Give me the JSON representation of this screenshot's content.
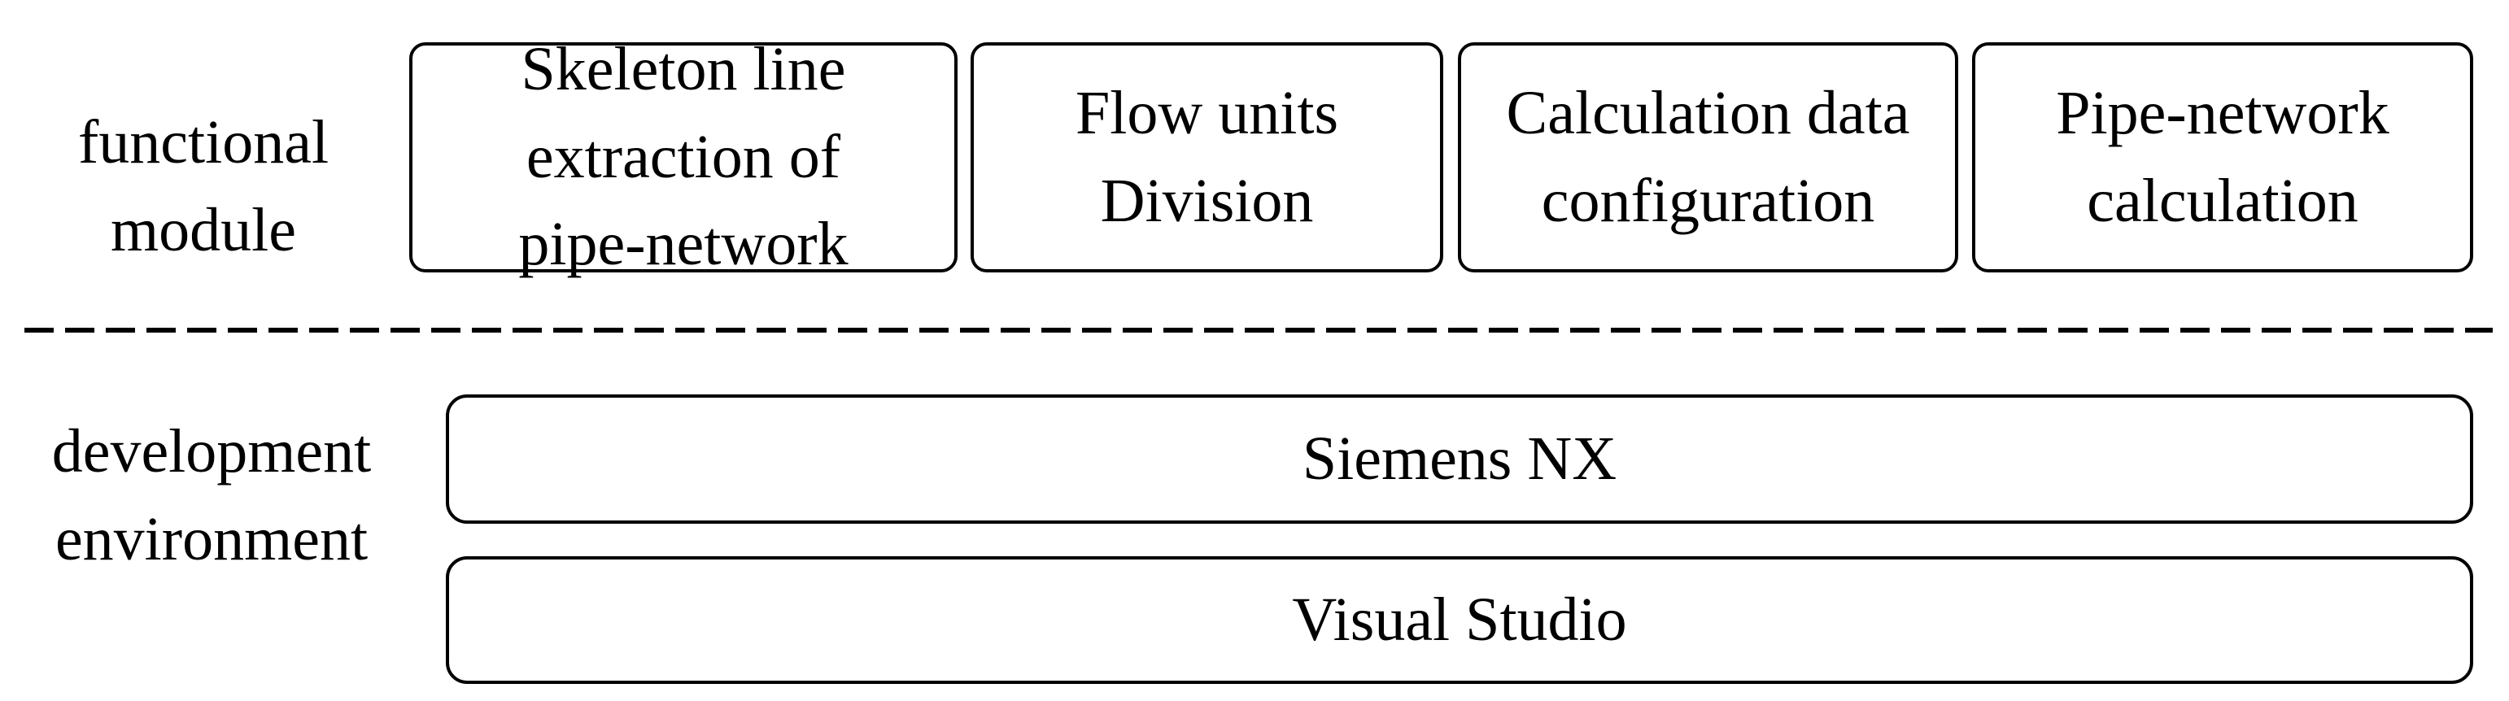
{
  "diagram": {
    "title": "System architecture: functional modules over development environment",
    "background_color": "#ffffff",
    "line_color": "#000000",
    "text_color": "#000000"
  },
  "rows": {
    "functional_module": {
      "label": "functional\nmodule",
      "label_line1": "functional",
      "label_line2": "module",
      "boxes": [
        {
          "name": "skeleton-line-extraction",
          "text": "Skeleton line\nextraction of\npipe-network",
          "line1": "Skeleton line",
          "line2": "extraction of",
          "line3": "pipe-network"
        },
        {
          "name": "flow-units-division",
          "text": "Flow units\nDivision",
          "line1": "Flow units",
          "line2": "Division"
        },
        {
          "name": "calculation-data-configuration",
          "text": "Calculation data\nconfiguration",
          "line1": "Calculation data",
          "line2": "configuration"
        },
        {
          "name": "pipe-network-calculation",
          "text": "Pipe-network\ncalculation",
          "line1": "Pipe-network",
          "line2": "calculation"
        }
      ]
    },
    "development_environment": {
      "label": "development\nenvironment",
      "label_line1": "development",
      "label_line2": "environment",
      "boxes": [
        {
          "name": "siemens-nx",
          "text": "Siemens NX"
        },
        {
          "name": "visual-studio",
          "text": "Visual Studio"
        }
      ]
    }
  },
  "divider": {
    "name": "dashed-divider",
    "style": "dashed",
    "color": "#000000"
  }
}
